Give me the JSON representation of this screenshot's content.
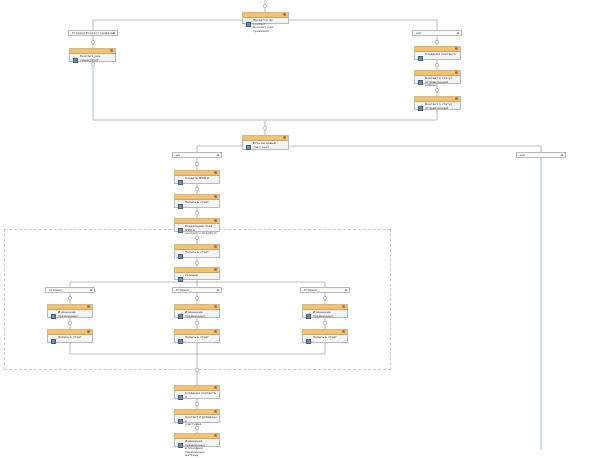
{
  "colors": {
    "header": "#f3c36b",
    "wire": "#a9a9a9",
    "selected_wire": "#9db8d6",
    "icon": "#6c8fb8"
  },
  "nodes": {
    "top_check": "Является ли контакт\nКонтакт уже привязан?",
    "branch_top_left": "Условие Контакт привязан",
    "contact_found": "Контакт уже существует",
    "branch_top_right": "нет",
    "create_contact": "Создание контакта",
    "contact_set_state": "Контакт 1 статус отправленный\nнадано",
    "contact_set_state2": "Контакт 1 статус\nотправленный",
    "mid_check": "Есть ли новый участник?",
    "branch_mid_left": "да",
    "branch_mid_right": "нет",
    "create_record": "Создать ФИО 2",
    "write_report_1": "Запись в отчёт",
    "separate": "Разделение поля ФИО в\nконтакт + атрибутр",
    "write_report_2": "Запись в отчёт",
    "condition": "Условие",
    "col1_title": "Условие",
    "col2_title": "Условие",
    "col3_title": "Условие",
    "col1_change": "Изменение переменных",
    "col2_change": "Изменение переменных",
    "col3_change": "Изменение переменных",
    "col1_write": "Запись в отчёт",
    "col2_write": "Запись в отчёт",
    "col3_write": "Запись в отчёт",
    "bottom_create": "Создание контакта 2",
    "bottom_contact": "Контакт 2 добавлен в\nучастника",
    "bottom_change": "Изменение переменных\nв описании переменных\nматрицу"
  }
}
